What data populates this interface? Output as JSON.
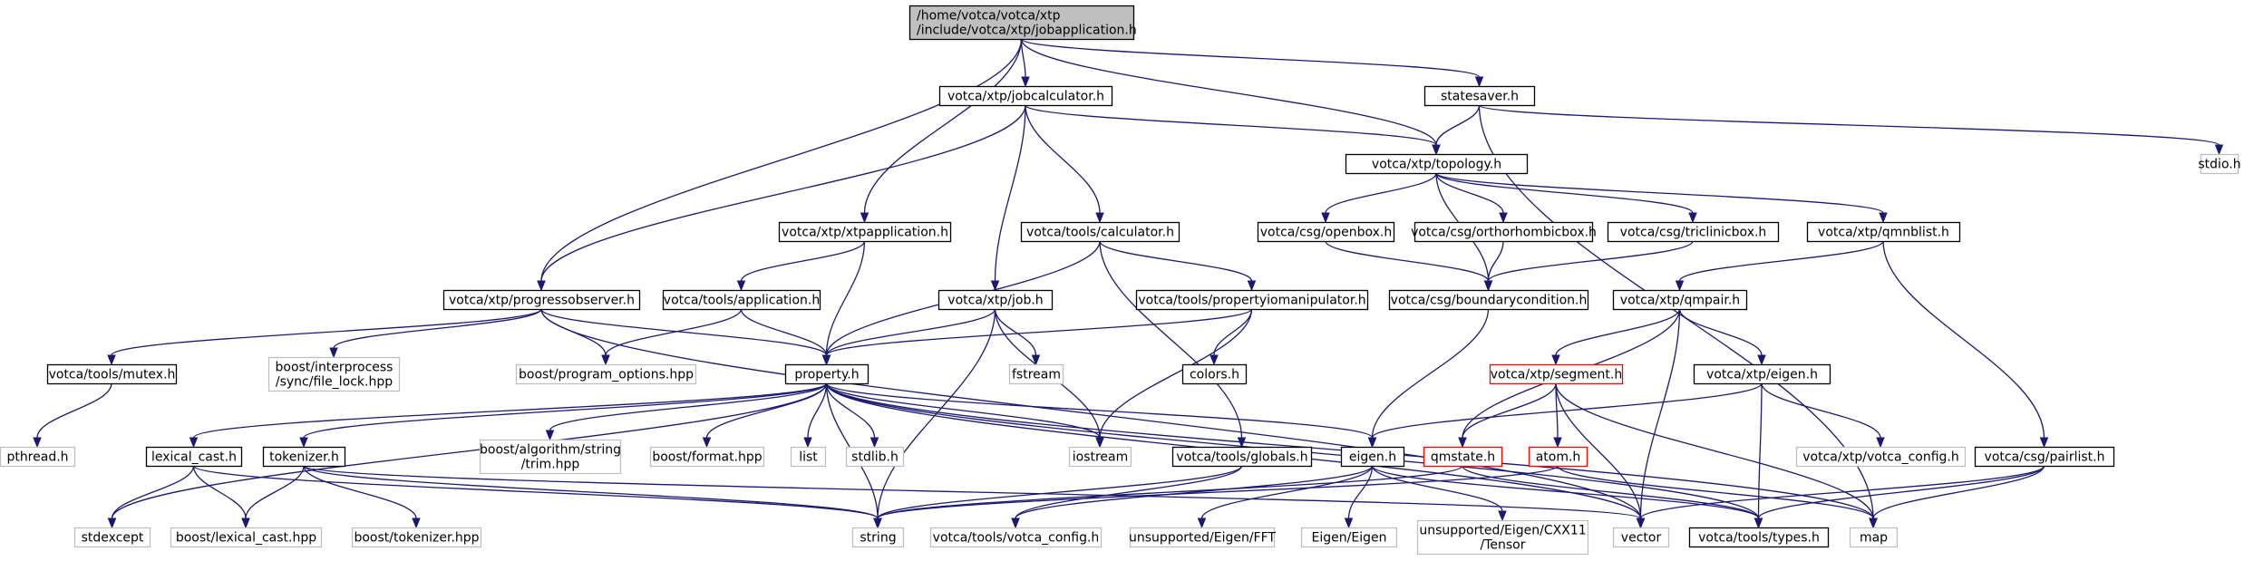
{
  "diagram": {
    "title": "/home/votca/votca/xtp/include/votca/xtp/jobapplication.h",
    "colors": {
      "edge": "#191970",
      "root_fill": "#bfbfbf",
      "root_border": "#000000",
      "documented_border": "#000000",
      "undocumented_border": "#bfbfbf",
      "truncated_border": "#ff0000",
      "undocumented_text": "#000000"
    },
    "nodes": [
      {
        "id": "root",
        "lines": [
          "/home/votca/votca/xtp",
          "/include/votca/xtp/jobapplication.h"
        ],
        "kind": "root"
      },
      {
        "id": "jobcalculator",
        "lines": [
          "votca/xtp/jobcalculator.h"
        ],
        "kind": "documented"
      },
      {
        "id": "statesaver",
        "lines": [
          "statesaver.h"
        ],
        "kind": "documented"
      },
      {
        "id": "stdio",
        "lines": [
          "stdio.h"
        ],
        "kind": "external"
      },
      {
        "id": "topology",
        "lines": [
          "votca/xtp/topology.h"
        ],
        "kind": "documented"
      },
      {
        "id": "xtpapplication",
        "lines": [
          "votca/xtp/xtpapplication.h"
        ],
        "kind": "documented"
      },
      {
        "id": "calculator",
        "lines": [
          "votca/tools/calculator.h"
        ],
        "kind": "documented"
      },
      {
        "id": "openbox",
        "lines": [
          "votca/csg/openbox.h"
        ],
        "kind": "documented"
      },
      {
        "id": "orthorhombicbox",
        "lines": [
          "votca/csg/orthorhombicbox.h"
        ],
        "kind": "documented"
      },
      {
        "id": "triclinicbox",
        "lines": [
          "votca/csg/triclinicbox.h"
        ],
        "kind": "documented"
      },
      {
        "id": "qmnblist",
        "lines": [
          "votca/xtp/qmnblist.h"
        ],
        "kind": "documented"
      },
      {
        "id": "progressobserver",
        "lines": [
          "votca/xtp/progressobserver.h"
        ],
        "kind": "documented"
      },
      {
        "id": "application",
        "lines": [
          "votca/tools/application.h"
        ],
        "kind": "documented"
      },
      {
        "id": "job",
        "lines": [
          "votca/xtp/job.h"
        ],
        "kind": "documented"
      },
      {
        "id": "propertyiomanipulator",
        "lines": [
          "votca/tools/propertyiomanipulator.h"
        ],
        "kind": "documented"
      },
      {
        "id": "boundarycondition",
        "lines": [
          "votca/csg/boundarycondition.h"
        ],
        "kind": "documented"
      },
      {
        "id": "qmpair",
        "lines": [
          "votca/xtp/qmpair.h"
        ],
        "kind": "documented"
      },
      {
        "id": "mutex",
        "lines": [
          "votca/tools/mutex.h"
        ],
        "kind": "documented"
      },
      {
        "id": "file_lock",
        "lines": [
          "boost/interprocess",
          "/sync/file_lock.hpp"
        ],
        "kind": "external"
      },
      {
        "id": "program_options",
        "lines": [
          "boost/program_options.hpp"
        ],
        "kind": "external"
      },
      {
        "id": "property",
        "lines": [
          "property.h"
        ],
        "kind": "documented"
      },
      {
        "id": "fstream",
        "lines": [
          "fstream"
        ],
        "kind": "external"
      },
      {
        "id": "colors",
        "lines": [
          "colors.h"
        ],
        "kind": "documented"
      },
      {
        "id": "segment",
        "lines": [
          "votca/xtp/segment.h"
        ],
        "kind": "truncated"
      },
      {
        "id": "xtp_eigen",
        "lines": [
          "votca/xtp/eigen.h"
        ],
        "kind": "documented"
      },
      {
        "id": "pthread",
        "lines": [
          "pthread.h"
        ],
        "kind": "external"
      },
      {
        "id": "lexical_cast",
        "lines": [
          "lexical_cast.h"
        ],
        "kind": "documented"
      },
      {
        "id": "tokenizer",
        "lines": [
          "tokenizer.h"
        ],
        "kind": "documented"
      },
      {
        "id": "trim",
        "lines": [
          "boost/algorithm/string",
          "/trim.hpp"
        ],
        "kind": "external"
      },
      {
        "id": "format",
        "lines": [
          "boost/format.hpp"
        ],
        "kind": "external"
      },
      {
        "id": "list",
        "lines": [
          "list"
        ],
        "kind": "external"
      },
      {
        "id": "stdlib",
        "lines": [
          "stdlib.h"
        ],
        "kind": "external"
      },
      {
        "id": "iostream",
        "lines": [
          "iostream"
        ],
        "kind": "external"
      },
      {
        "id": "globals",
        "lines": [
          "votca/tools/globals.h"
        ],
        "kind": "documented"
      },
      {
        "id": "eigen",
        "lines": [
          "eigen.h"
        ],
        "kind": "documented"
      },
      {
        "id": "qmstate",
        "lines": [
          "qmstate.h"
        ],
        "kind": "truncated"
      },
      {
        "id": "atom",
        "lines": [
          "atom.h"
        ],
        "kind": "truncated"
      },
      {
        "id": "votca_config_xtp",
        "lines": [
          "votca/xtp/votca_config.h"
        ],
        "kind": "external"
      },
      {
        "id": "pairlist",
        "lines": [
          "votca/csg/pairlist.h"
        ],
        "kind": "documented"
      },
      {
        "id": "stdexcept",
        "lines": [
          "stdexcept"
        ],
        "kind": "external"
      },
      {
        "id": "boost_lexical_cast",
        "lines": [
          "boost/lexical_cast.hpp"
        ],
        "kind": "external"
      },
      {
        "id": "boost_tokenizer",
        "lines": [
          "boost/tokenizer.hpp"
        ],
        "kind": "external"
      },
      {
        "id": "string",
        "lines": [
          "string"
        ],
        "kind": "external"
      },
      {
        "id": "votca_config_tools",
        "lines": [
          "votca/tools/votca_config.h"
        ],
        "kind": "external"
      },
      {
        "id": "fft",
        "lines": [
          "unsupported/Eigen/FFT"
        ],
        "kind": "external"
      },
      {
        "id": "eigen_eigen",
        "lines": [
          "Eigen/Eigen"
        ],
        "kind": "external"
      },
      {
        "id": "tensor",
        "lines": [
          "unsupported/Eigen/CXX11",
          "/Tensor"
        ],
        "kind": "external"
      },
      {
        "id": "vector",
        "lines": [
          "vector"
        ],
        "kind": "external"
      },
      {
        "id": "types",
        "lines": [
          "votca/tools/types.h"
        ],
        "kind": "documented"
      },
      {
        "id": "map",
        "lines": [
          "map"
        ],
        "kind": "external"
      }
    ],
    "edges": [
      [
        "root",
        "jobcalculator"
      ],
      [
        "root",
        "statesaver"
      ],
      [
        "root",
        "topology"
      ],
      [
        "root",
        "xtpapplication"
      ],
      [
        "root",
        "progressobserver"
      ],
      [
        "jobcalculator",
        "topology"
      ],
      [
        "jobcalculator",
        "progressobserver"
      ],
      [
        "jobcalculator",
        "calculator"
      ],
      [
        "jobcalculator",
        "job"
      ],
      [
        "statesaver",
        "topology"
      ],
      [
        "statesaver",
        "stdio"
      ],
      [
        "statesaver",
        "map"
      ],
      [
        "topology",
        "openbox"
      ],
      [
        "topology",
        "orthorhombicbox"
      ],
      [
        "topology",
        "triclinicbox"
      ],
      [
        "topology",
        "qmnblist"
      ],
      [
        "topology",
        "boundarycondition"
      ],
      [
        "xtpapplication",
        "application"
      ],
      [
        "xtpapplication",
        "property"
      ],
      [
        "calculator",
        "property"
      ],
      [
        "calculator",
        "propertyiomanipulator"
      ],
      [
        "calculator",
        "globals"
      ],
      [
        "openbox",
        "boundarycondition"
      ],
      [
        "orthorhombicbox",
        "boundarycondition"
      ],
      [
        "triclinicbox",
        "boundarycondition"
      ],
      [
        "qmnblist",
        "qmpair"
      ],
      [
        "qmnblist",
        "pairlist"
      ],
      [
        "progressobserver",
        "mutex"
      ],
      [
        "progressobserver",
        "file_lock"
      ],
      [
        "progressobserver",
        "program_options"
      ],
      [
        "progressobserver",
        "property"
      ],
      [
        "progressobserver",
        "vector"
      ],
      [
        "application",
        "program_options"
      ],
      [
        "application",
        "property"
      ],
      [
        "job",
        "property"
      ],
      [
        "job",
        "fstream"
      ],
      [
        "job",
        "iostream"
      ],
      [
        "job",
        "string"
      ],
      [
        "propertyiomanipulator",
        "property"
      ],
      [
        "propertyiomanipulator",
        "colors"
      ],
      [
        "propertyiomanipulator",
        "iostream"
      ],
      [
        "boundarycondition",
        "eigen"
      ],
      [
        "qmpair",
        "segment"
      ],
      [
        "qmpair",
        "xtp_eigen"
      ],
      [
        "qmpair",
        "qmstate"
      ],
      [
        "qmpair",
        "vector"
      ],
      [
        "mutex",
        "pthread"
      ],
      [
        "property",
        "lexical_cast"
      ],
      [
        "property",
        "tokenizer"
      ],
      [
        "property",
        "trim"
      ],
      [
        "property",
        "format"
      ],
      [
        "property",
        "list"
      ],
      [
        "property",
        "stdlib"
      ],
      [
        "property",
        "iostream"
      ],
      [
        "property",
        "eigen"
      ],
      [
        "property",
        "stdexcept"
      ],
      [
        "property",
        "string"
      ],
      [
        "property",
        "map"
      ],
      [
        "property",
        "types"
      ],
      [
        "property",
        "vector"
      ],
      [
        "segment",
        "qmstate"
      ],
      [
        "segment",
        "atom"
      ],
      [
        "segment",
        "vector"
      ],
      [
        "segment",
        "map"
      ],
      [
        "xtp_eigen",
        "eigen"
      ],
      [
        "xtp_eigen",
        "votca_config_xtp"
      ],
      [
        "xtp_eigen",
        "types"
      ],
      [
        "lexical_cast",
        "stdexcept"
      ],
      [
        "lexical_cast",
        "boost_lexical_cast"
      ],
      [
        "lexical_cast",
        "string"
      ],
      [
        "tokenizer",
        "boost_lexical_cast"
      ],
      [
        "tokenizer",
        "boost_tokenizer"
      ],
      [
        "tokenizer",
        "string"
      ],
      [
        "tokenizer",
        "vector"
      ],
      [
        "globals",
        "string"
      ],
      [
        "globals",
        "votca_config_tools"
      ],
      [
        "eigen",
        "votca_config_tools"
      ],
      [
        "eigen",
        "fft"
      ],
      [
        "eigen",
        "eigen_eigen"
      ],
      [
        "eigen",
        "tensor"
      ],
      [
        "eigen",
        "types"
      ],
      [
        "qmstate",
        "string"
      ],
      [
        "qmstate",
        "types"
      ],
      [
        "atom",
        "string"
      ],
      [
        "atom",
        "map"
      ],
      [
        "pairlist",
        "vector"
      ],
      [
        "pairlist",
        "types"
      ],
      [
        "pairlist",
        "map"
      ]
    ]
  }
}
